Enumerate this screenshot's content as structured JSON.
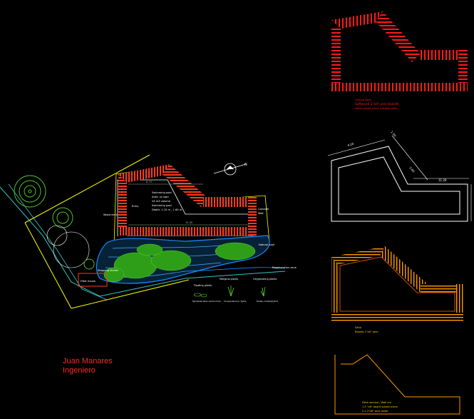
{
  "main_plan": {
    "north_label": "N",
    "labels": {
      "area_note": [
        "Swimming pool",
        "Area: xx sqm",
        "24 m3 volume",
        "Swimming pool",
        "Depth: 1.10 m - 1.60 m"
      ],
      "deck_side": "Wood deck",
      "filter_house": "Filter house",
      "pond_label": "Natural pool",
      "stream_label": "Regeneration zone",
      "stepping": "Stepping stones",
      "cascade": "Cascade",
      "wall": "Wall",
      "top": "8.70",
      "mid": "10.00",
      "entry": "Entry"
    },
    "legend": {
      "col1_title": "Floating plants",
      "col2_title": "Marginal plants",
      "col3_title": "Oxygenating plants",
      "col1_caption": "Nymphaea alba / Lemna minor",
      "col2_caption": "Iris pseudacorus / Typha",
      "col3_caption": "Elodea / Ceratophyllum"
    }
  },
  "detail_top": {
    "caption": [
      "Outline Deck",
      "Softwood 2\"x4\" pine boards",
      "Wood substructure (treated pine)"
    ]
  },
  "detail_outline": {
    "dims": [
      "4.20",
      "1.50",
      "3.60",
      "11.20"
    ]
  },
  "detail_deck": {
    "caption": [
      "Deck",
      "Boards 1\"x6\" pine"
    ]
  },
  "detail_bottom": {
    "caption": [
      "Deck section / Wall cut",
      "1.5 \"x6\" board substructure",
      "2 x 2\"x6\" pine joists"
    ]
  },
  "author": {
    "name": "Juan Manares",
    "title": "Ingeniero"
  },
  "colors": {
    "deck": "#ff3b1f",
    "pool_outline": "#ffff00",
    "water": "#1a8cff",
    "vegetation": "#3cbf1f",
    "detail_red": "#ff1a1a",
    "detail_orange": "#ff9900"
  }
}
